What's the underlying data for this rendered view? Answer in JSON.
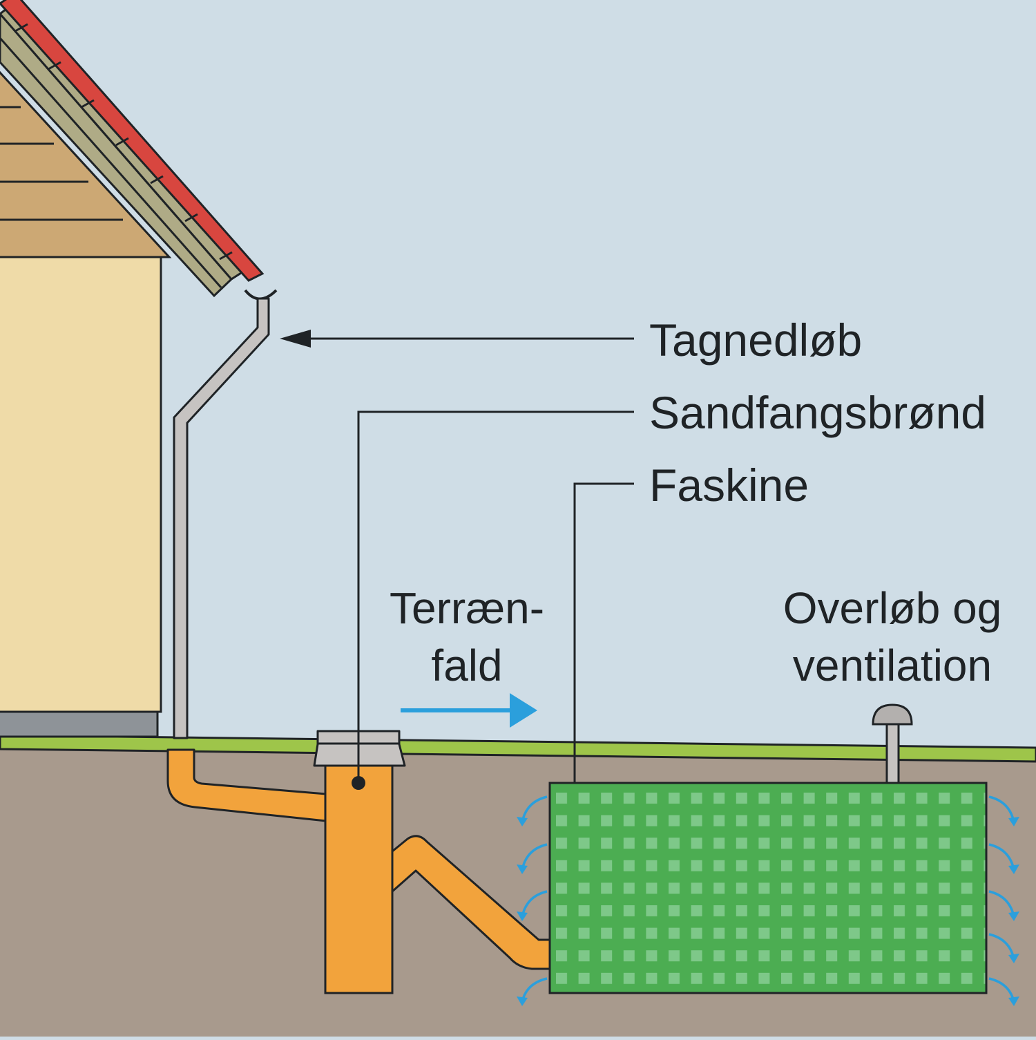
{
  "colors": {
    "sky": "#cfdde6",
    "soil": "#a89a8d",
    "grass": "#9ec54a",
    "house_wall": "#efdba8",
    "gable_siding": "#cca874",
    "foundation": "#8e9398",
    "roof_tiles": "#d8463f",
    "roof_boards": "#afab86",
    "pipe_gray": "#c6c3c1",
    "pipe_orange": "#f2a33c",
    "infiltration_green": "#4cad52",
    "water_blue": "#2b9fdc",
    "outline": "#1f2326"
  },
  "labels": {
    "downspout": "Tagnedløb",
    "sand_trap": "Sandfangsbrønd",
    "soakaway": "Faskine",
    "slope_line1": "Terræn-",
    "slope_line2": "fald",
    "vent_line1": "Overløb og",
    "vent_line2": "ventilation"
  },
  "icons": {
    "leader_arrow": "arrow-left-icon",
    "slope_arrow": "arrow-right-icon",
    "seepage": "curved-arrow-icon",
    "vent_cap": "mushroom-vent-icon"
  }
}
